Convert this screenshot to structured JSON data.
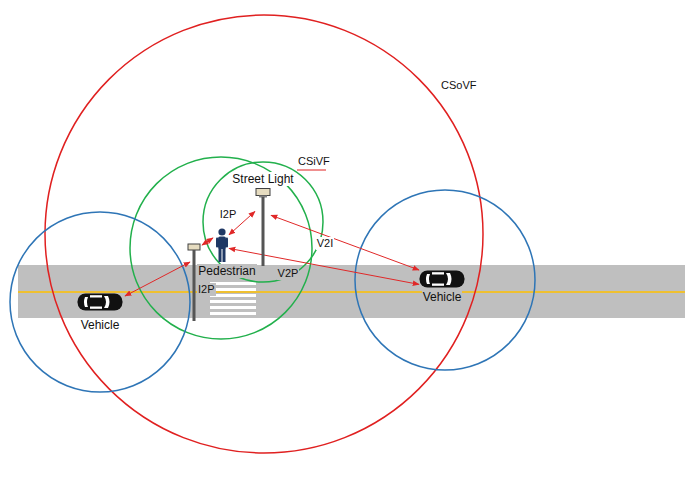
{
  "diagram": {
    "nodes": [
      {
        "text": [
          "Street Light"
        ]
      },
      {
        "text": [
          "Pedestrian"
        ]
      },
      {
        "text": [
          "Vehicle"
        ]
      },
      {
        "text": [
          "Vehicle"
        ]
      }
    ],
    "edges": [
      {
        "from": 1,
        "to": 0,
        "arrow": "both",
        "label": "I2P"
      },
      {
        "from": 0,
        "to": 3,
        "arrow": "both",
        "label": "V2I"
      },
      {
        "from": 1,
        "to": 3,
        "arrow": "both",
        "label": "V2P"
      }
    ],
    "labels": [
      "CSoVF",
      "CSiVF",
      "I2P"
    ]
  }
}
